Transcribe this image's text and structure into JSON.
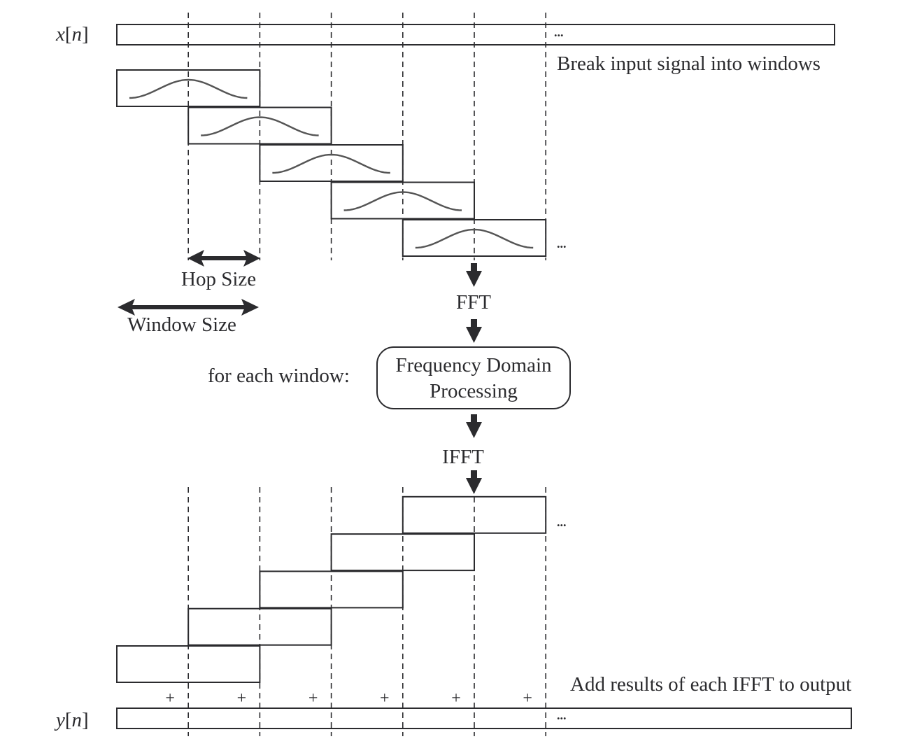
{
  "diagram": {
    "title": "Overlap-add STFT processing",
    "input_label": "x[n]",
    "input_label_var": "x",
    "input_label_idx": "n",
    "output_label_var": "y",
    "output_label_idx": "n",
    "ellipsis": "...",
    "break_caption": "Break input signal into windows",
    "hop_size_label": "Hop Size",
    "window_size_label": "Window Size",
    "fft_label": "FFT",
    "for_each_label": "for each window:",
    "process_line1": "Frequency Domain",
    "process_line2": "Processing",
    "ifft_label": "IFFT",
    "add_caption": "Add results of each IFFT to output",
    "plus_sign": "+",
    "analysis_window_count": 5,
    "synthesis_frame_count": 5,
    "plus_count": 6,
    "window_length_in_hops": 2,
    "colors": {
      "stroke": "#2b2b2e",
      "curve": "#555555",
      "background": "#ffffff"
    }
  }
}
